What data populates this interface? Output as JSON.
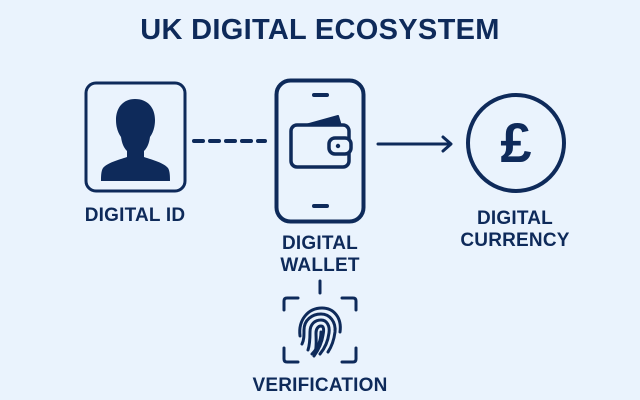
{
  "title": "UK DIGITAL ECOSYSTEM",
  "colors": {
    "background": "#eaf3fd",
    "primary": "#0e2a5a"
  },
  "nodes": {
    "digital_id": {
      "label": "DIGITAL ID",
      "icon": "person-silhouette-icon"
    },
    "digital_wallet": {
      "label_line1": "DIGITAL",
      "label_line2": "WALLET",
      "icon": "wallet-in-phone-icon"
    },
    "digital_currency": {
      "label_line1": "DIGITAL",
      "label_line2": "CURRENCY",
      "icon": "pound-sign-icon",
      "symbol": "£"
    },
    "verification": {
      "label": "VERIFICATION",
      "icon": "fingerprint-scan-icon"
    }
  },
  "connectors": [
    {
      "from": "digital_id",
      "to": "digital_wallet",
      "style": "dashed"
    },
    {
      "from": "digital_wallet",
      "to": "digital_currency",
      "style": "arrow"
    },
    {
      "from": "digital_wallet",
      "to": "verification",
      "style": "solid-short"
    }
  ]
}
